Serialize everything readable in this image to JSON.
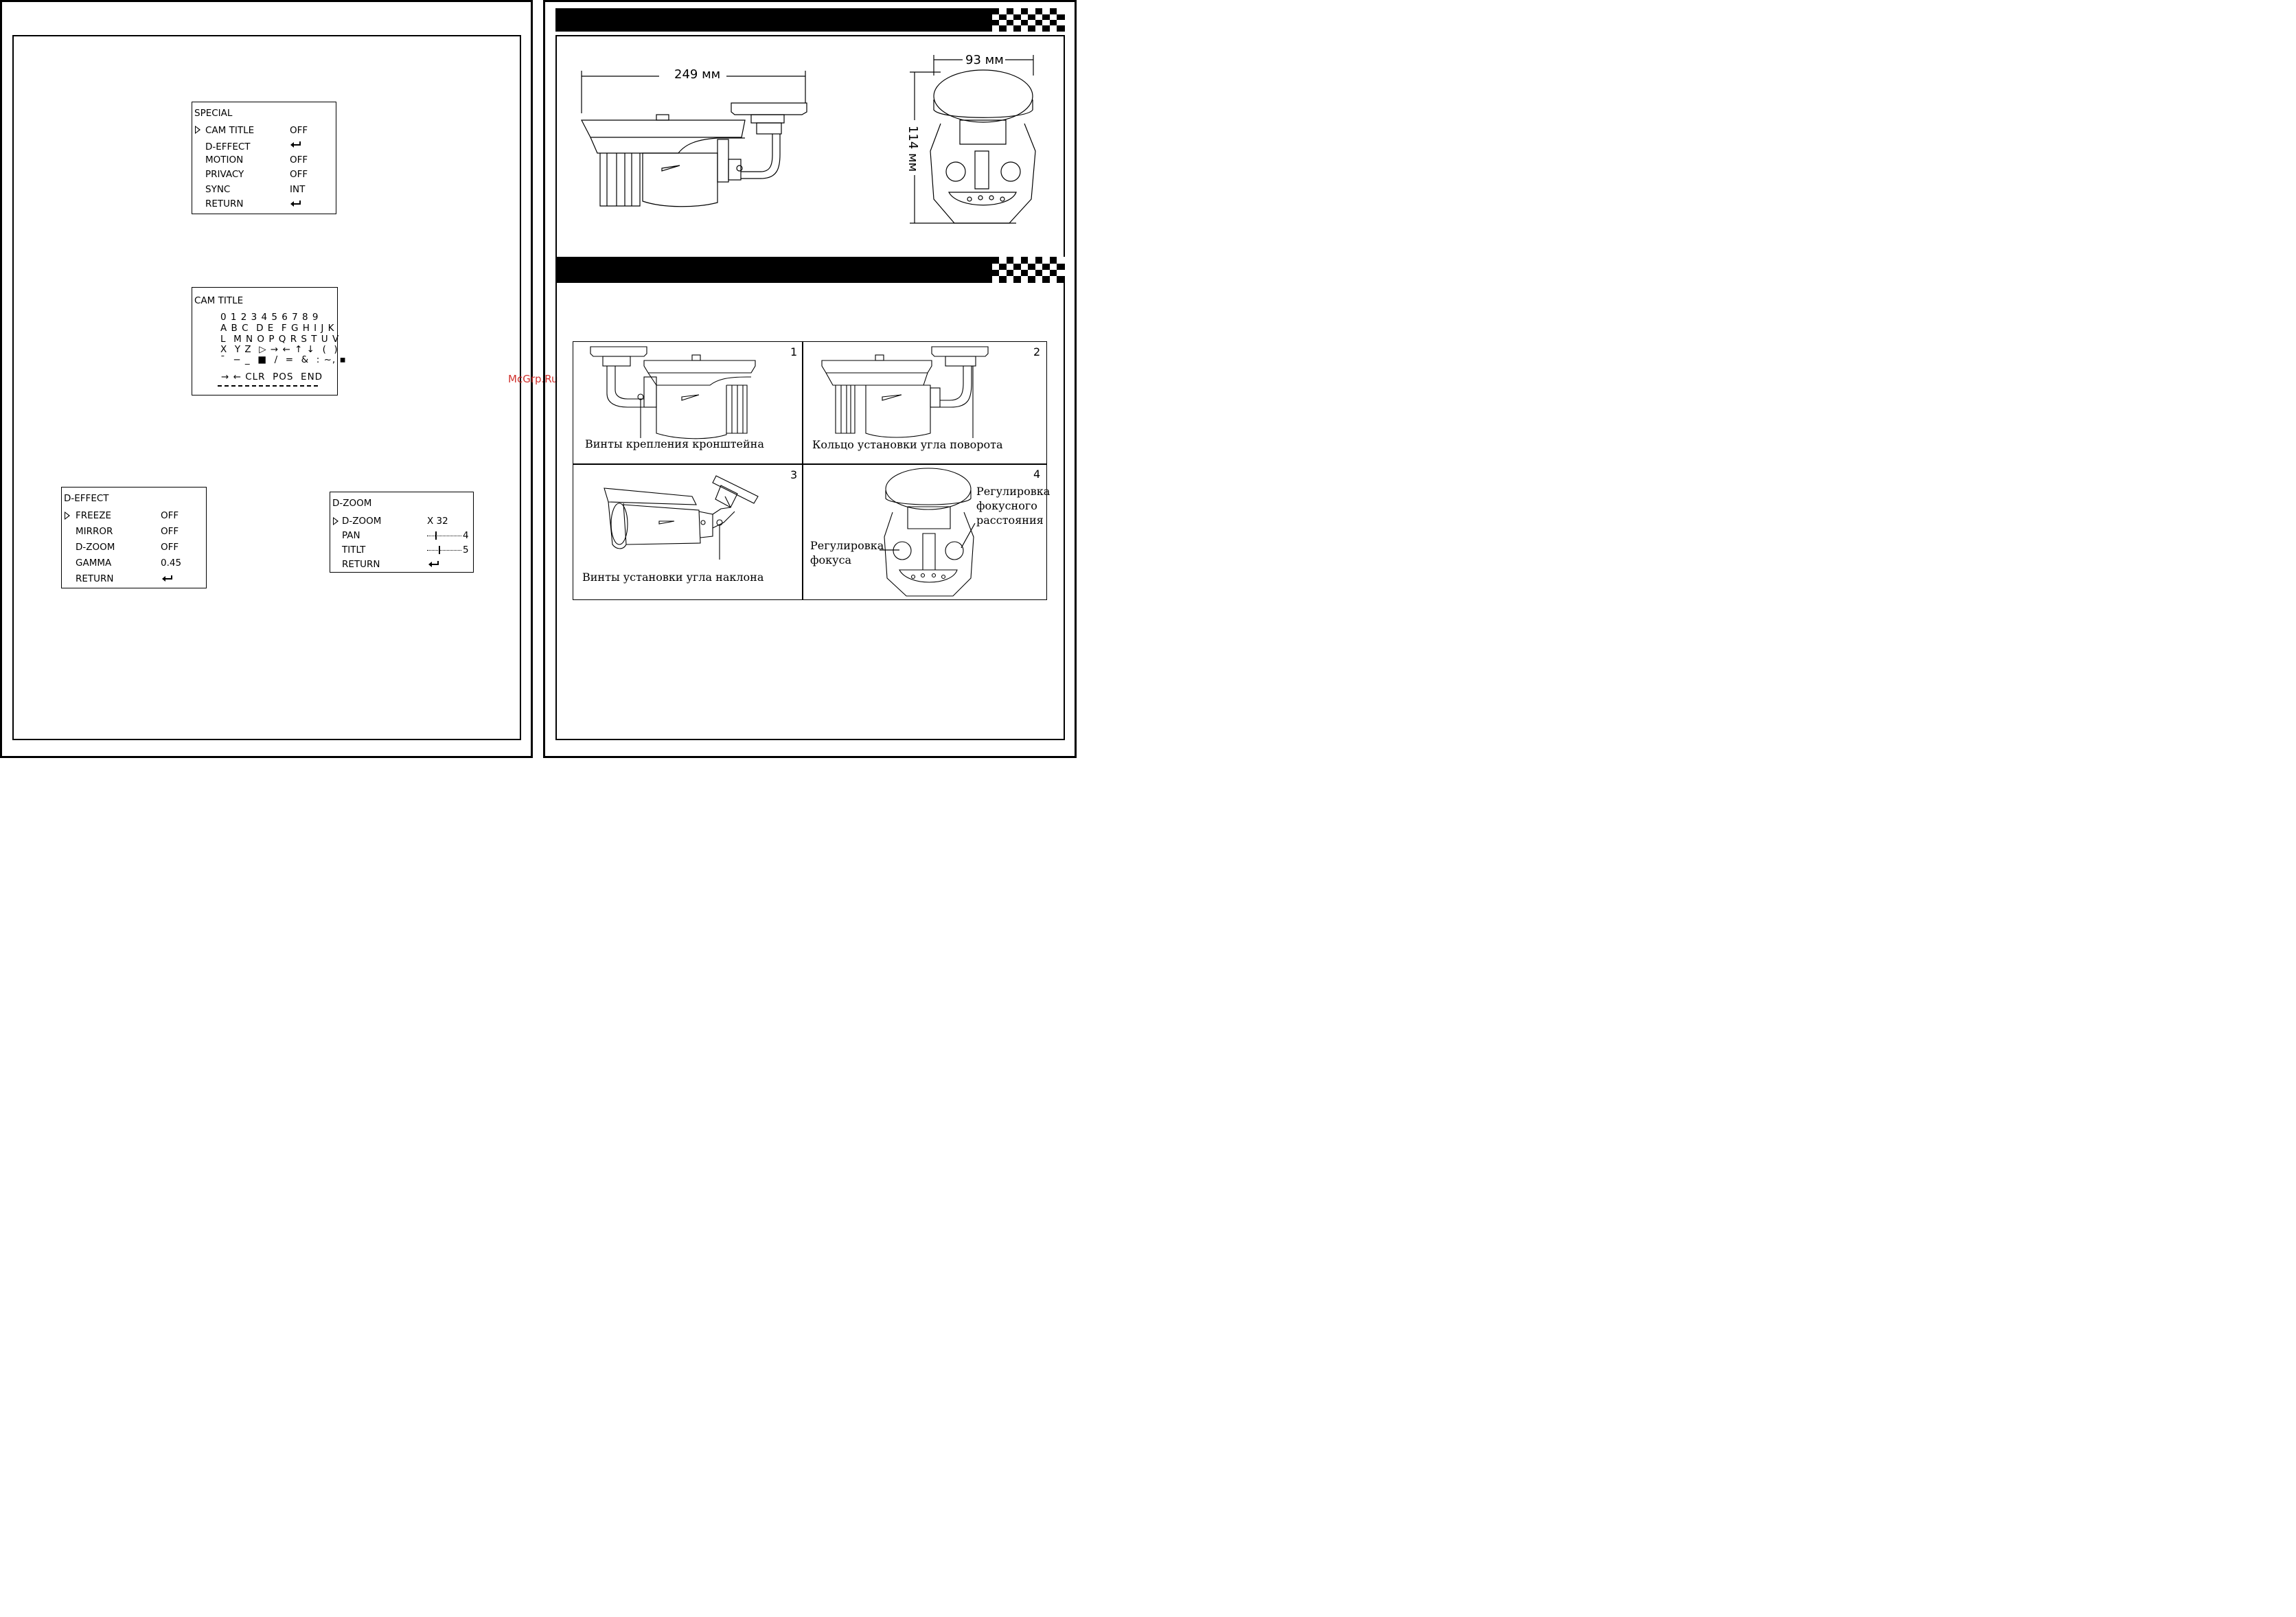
{
  "left_page": {
    "special_menu": {
      "title": "SPECIAL",
      "items": [
        {
          "label": "CAM TITLE",
          "value": "OFF"
        },
        {
          "label": "D-EFFECT",
          "value": "↵"
        },
        {
          "label": "MOTION",
          "value": "OFF"
        },
        {
          "label": "PRIVACY",
          "value": "OFF"
        },
        {
          "label": "SYNC",
          "value": "INT"
        },
        {
          "label": "RETURN",
          "value": "↵"
        }
      ]
    },
    "cam_title_menu": {
      "title": "CAM TITLE",
      "rows": [
        "0 1 2 3 4 5 6 7 8 9",
        "A B C  D E  F G H I J K",
        "L  M N O P Q R S T U V",
        "X  Y Z  ▷ → ← ↑ ↓  (  )",
        "¯  − _  ■  /  =  &  : ~, ▪"
      ],
      "actions": "→ ← CLR  POS  END"
    },
    "d_effect_menu": {
      "title": "D-EFFECT",
      "items": [
        {
          "label": "FREEZE",
          "value": "OFF"
        },
        {
          "label": "MIRROR",
          "value": "OFF"
        },
        {
          "label": "D-ZOOM",
          "value": "OFF"
        },
        {
          "label": "GAMMA",
          "value": "0.45"
        },
        {
          "label": "RETURN",
          "value": "↵"
        }
      ]
    },
    "d_zoom_menu": {
      "title": "D-ZOOM",
      "items": [
        {
          "label": "D-ZOOM",
          "value": "X  32"
        },
        {
          "label": "PAN",
          "value": "4"
        },
        {
          "label": "TITLT",
          "value": "5"
        },
        {
          "label": "RETURN",
          "value": "↵"
        }
      ]
    }
  },
  "watermark": "McGrp.Ru",
  "right_page": {
    "dimensions": {
      "length": "249 мм",
      "width": "93 мм",
      "height": "114 мм"
    },
    "install_cells": [
      {
        "number": "1",
        "caption": "Винты крепления кронштейна"
      },
      {
        "number": "2",
        "caption": "Кольцо установки угла поворота"
      },
      {
        "number": "3",
        "caption": "Винты установки угла наклона"
      },
      {
        "number": "4",
        "caption_focus": "Регулировка\nфокуса",
        "caption_zoom": "Регулировка\nфокусного\nрасстояния"
      }
    ]
  }
}
